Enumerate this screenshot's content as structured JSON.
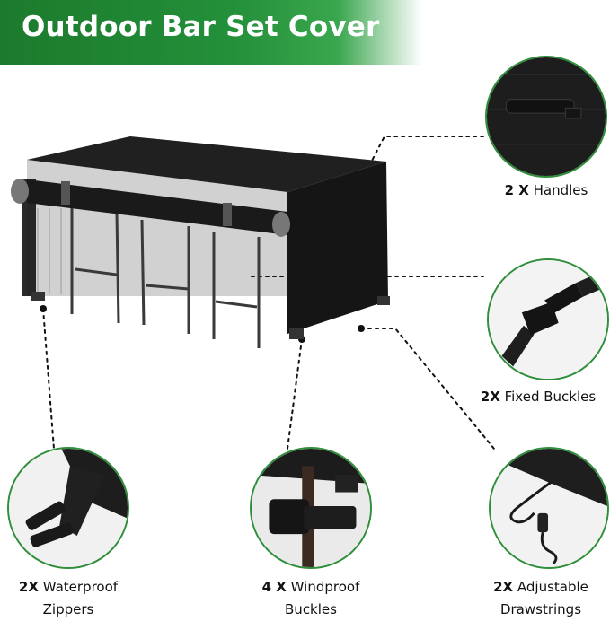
{
  "banner": {
    "title": "Outdoor Bar Set Cover"
  },
  "features": {
    "handles": {
      "count": "2 X",
      "name": "Handles"
    },
    "fixed_buckles": {
      "count": "2X",
      "name": "Fixed Buckles"
    },
    "zippers": {
      "count": "2X",
      "name_line1": "Waterproof",
      "name_line2": "Zippers"
    },
    "windproof_buckles": {
      "count": "4 X",
      "name_line1": "Windproof",
      "name_line2": "Buckles"
    },
    "drawstrings": {
      "count": "2X",
      "name_line1": "Adjustable",
      "name_line2": "Drawstrings"
    }
  },
  "colors": {
    "banner_green": "#23903a",
    "ring_green": "#2f8f3b",
    "cover_black": "#151515"
  },
  "icons": [
    "handle-detail-image",
    "fixed-buckle-detail-image",
    "zipper-detail-image",
    "windproof-buckle-detail-image",
    "drawstring-detail-image"
  ]
}
